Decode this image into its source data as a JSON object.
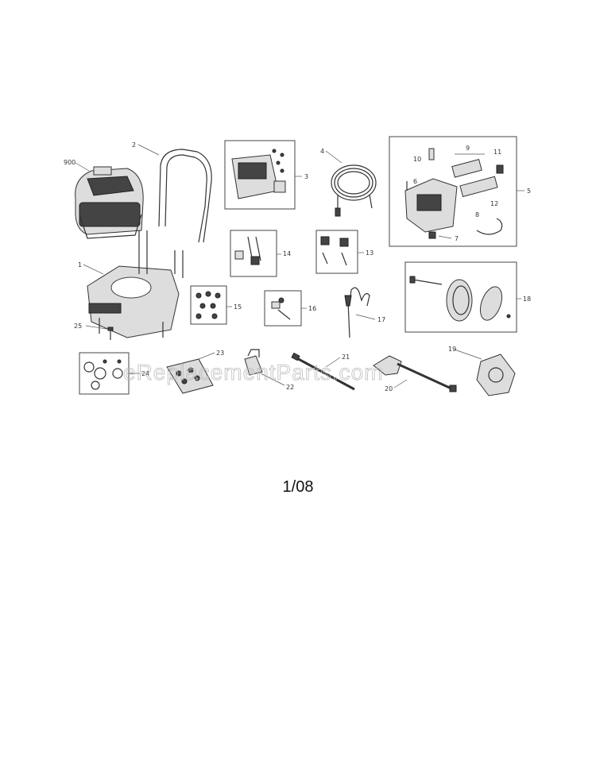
{
  "watermark": "eReplacementParts.com",
  "footer": {
    "date": "1/08"
  },
  "callouts": {
    "c900": "900",
    "c1": "1",
    "c2": "2",
    "c3": "3",
    "c4": "4",
    "c5": "5",
    "c6": "6",
    "c7": "7",
    "c8": "8",
    "c9": "9",
    "c10": "10",
    "c11": "11",
    "c12": "12",
    "c13": "13",
    "c14": "14",
    "c15": "15",
    "c16": "16",
    "c17": "17",
    "c18": "18",
    "c19": "19",
    "c20": "20",
    "c21": "21",
    "c22": "22",
    "c23": "23",
    "c24": "24",
    "c25": "25"
  }
}
